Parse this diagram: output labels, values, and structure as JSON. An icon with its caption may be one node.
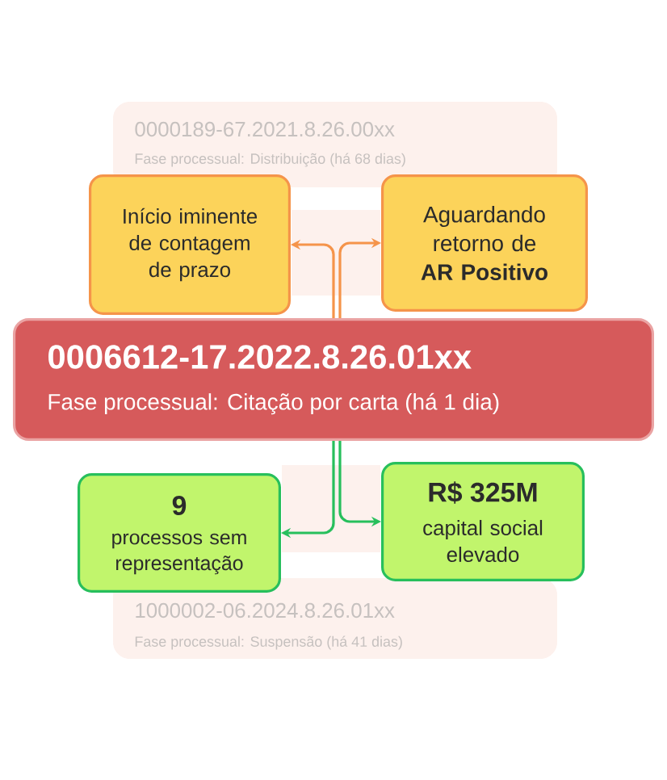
{
  "diagram": {
    "nodes": [
      {
        "text": [
          "0000189-67.2021.8.26.00xx",
          "Fase processual: Distribuição (há 68 dias)"
        ]
      },
      {
        "text": [
          "Início iminente de contagem de prazo"
        ]
      },
      {
        "text": [
          "Aguardando retorno de **AR Positivo**"
        ]
      },
      {
        "text": [
          "0006612-17.2022.8.26.01xx",
          "Fase processual: Citação por carta (há 1 dia)"
        ]
      },
      {
        "text": [
          "9",
          "processos sem representação"
        ]
      },
      {
        "text": [
          "R$ 325M",
          "capital social elevado"
        ]
      },
      {
        "text": [
          "1000002-06.2024.8.26.01xx",
          "Fase processual: Suspensão (há 41 dias)"
        ]
      }
    ],
    "edges": [
      {
        "from": 3,
        "to": 1,
        "arrow": "to",
        "color": "#f5944a"
      },
      {
        "from": 3,
        "to": 2,
        "arrow": "to",
        "color": "#f5944a"
      },
      {
        "from": 3,
        "to": 4,
        "arrow": "to",
        "color": "#27bf5c"
      },
      {
        "from": 3,
        "to": 5,
        "arrow": "to",
        "color": "#27bf5c"
      }
    ]
  }
}
